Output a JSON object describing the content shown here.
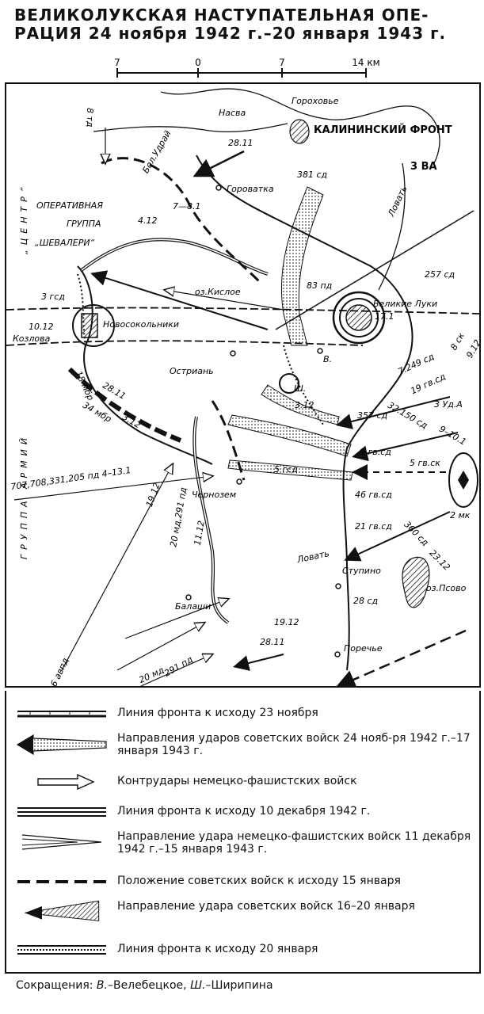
{
  "title": {
    "line1": "ВЕЛИКОЛУКСКАЯ НАСТУПАТЕЛЬНАЯ ОПЕ-",
    "line2": "РАЦИЯ   24 ноября 1942 г.–20 января 1943 г."
  },
  "scale": {
    "ticks": [
      "7",
      "0",
      "7",
      "14 км"
    ]
  },
  "map": {
    "labels": {
      "kalinin_front": "КАЛИНИНСКИЙ ФРОНТ",
      "gorokhovye": "Гороховье",
      "nasva": "Насва",
      "date_2811_top": "28.11",
      "sd381": "381 сд",
      "va3": "3 ВА",
      "td8": "8 тд",
      "bol_udray": "Бол.Удрай",
      "gorovatka": "Горoватка",
      "lovat_top": "Ловать",
      "op_group1": "ОПЕРАТИВНАЯ",
      "op_group2": "ГРУППА",
      "op_group3": "„ШЕВАЛЕРИ“",
      "date_412": "4.12",
      "date_781": "7—8.1",
      "sd257": "257 сд",
      "pd83": "83 пд",
      "kisloe": "оз.Кислое",
      "velikie_luki": "Великие Луки",
      "date_171": "17.1",
      "gsd3": "3 гсд",
      "novosokolniki": "Новосокольники",
      "date_1012": "10.12",
      "kozlova": "Козлова",
      "ostriany": "Остриань",
      "v_abbr": "В.",
      "sh_abbr": "Ш.",
      "date_312a": "3.12",
      "sd7249": "7.249 сд",
      "sk8": "8 ск",
      "date_912": "9.12",
      "gvsd19": "19 гв.сд",
      "ud3": "3 Уд.А",
      "sd32150": "32.150 сд",
      "date_9101": "9–10.1",
      "mbr18": "18 мбр",
      "mbr34": "34 мбр",
      "date_2811_mid": "28.11",
      "date_312b": "3.12",
      "sd357": "357 сд",
      "gvsd9": "9 гв.сд",
      "gvsk5": "5 гв.ск",
      "mk2": "2 мк",
      "pd707": "707,708,331,205 пд 4–13.1",
      "gsd5": "5 гсд",
      "chernozem": "Чернозем",
      "gvsd46": "46 гв.сд",
      "date_1912a": "19.12",
      "md20": "20 мд,291 пд",
      "date_1112": "11.12",
      "gvsd21": "21 гв.сд",
      "sd360": "360 сд",
      "date_2312": "23.12",
      "lovat_bottom": "Ловать",
      "stupino": "Ступино",
      "psovo": "оз.Псово",
      "balashi": "Балаши",
      "sd28": "28 сд",
      "date_1912b": "19.12",
      "porechye": "Поречье",
      "date_2811_bottom": "28.11",
      "md20b": "20 мд",
      "pd291": "291 пд",
      "avd6": "6 авпд",
      "group_army": "ГРУППА  АРМИЙ",
      "centre": "„ЦЕНТР“"
    }
  },
  "legend": {
    "items": [
      "Линия фронта к исходу 23 ноября",
      "Направления ударов советских войск 24 нояб-ря 1942 г.–17 января 1943 г.",
      "Контрудары немецко-фашистских войск",
      "Линия фронта к исходу 10 декабря 1942 г.",
      "Направление удара немецко-фашистских войск 11 декабря 1942 г.–15 января 1943 г.",
      "Положение советских войск к исходу 15 января",
      "Направление удара советских войск 16–20 января",
      "Линия фронта к исходу 20 января"
    ],
    "abbr_label": "Сокращения:",
    "abbr_v": "В.",
    "abbr_v_text": "–Велебецкое,",
    "abbr_sh": "Ш.",
    "abbr_sh_text": "–Ширипина"
  }
}
